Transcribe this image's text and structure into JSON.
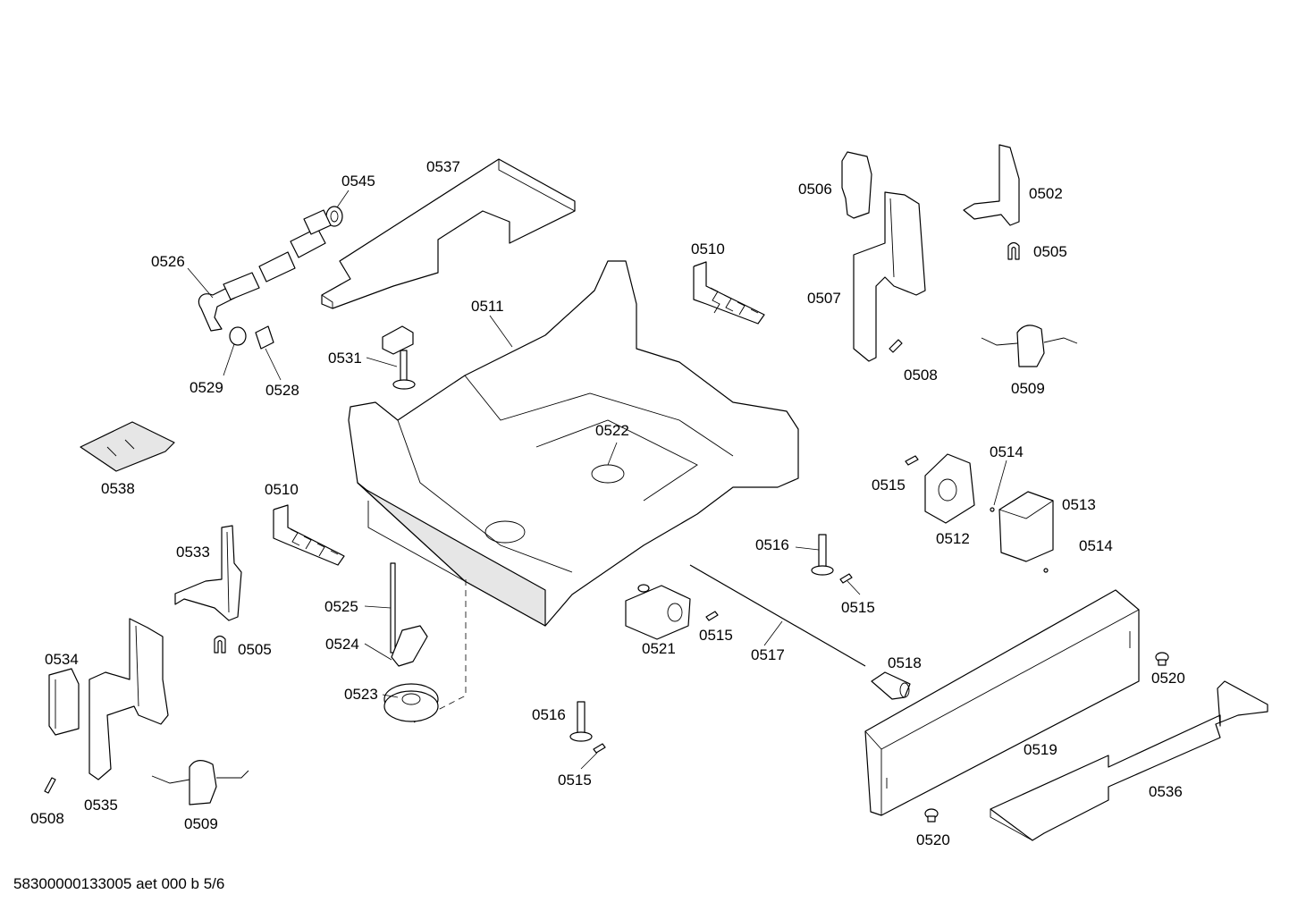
{
  "drawing_number": "58300000133005 aet 000 b 5/6",
  "part_labels": {
    "p0537": "0537",
    "p0545": "0545",
    "p0526": "0526",
    "p0529": "0529",
    "p0528": "0528",
    "p0511": "0511",
    "p0531": "0531",
    "p0538": "0538",
    "p0510_top": "0510",
    "p0510_left": "0510",
    "p0522": "0522",
    "p0533": "0533",
    "p0525": "0525",
    "p0505_left": "0505",
    "p0524": "0524",
    "p0523": "0523",
    "p0534": "0534",
    "p0535": "0535",
    "p0508_left": "0508",
    "p0509_left": "0509",
    "p0506": "0506",
    "p0502": "0502",
    "p0505_right": "0505",
    "p0507": "0507",
    "p0508_right": "0508",
    "p0509_right": "0509",
    "p0514_a": "0514",
    "p0515_a": "0515",
    "p0513": "0513",
    "p0512": "0512",
    "p0514_b": "0514",
    "p0516_a": "0516",
    "p0515_b": "0515",
    "p0521": "0521",
    "p0515_c": "0515",
    "p0517": "0517",
    "p0518": "0518",
    "p0520_a": "0520",
    "p0516_b": "0516",
    "p0515_d": "0515",
    "p0519": "0519",
    "p0536": "0536",
    "p0520_b": "0520"
  }
}
